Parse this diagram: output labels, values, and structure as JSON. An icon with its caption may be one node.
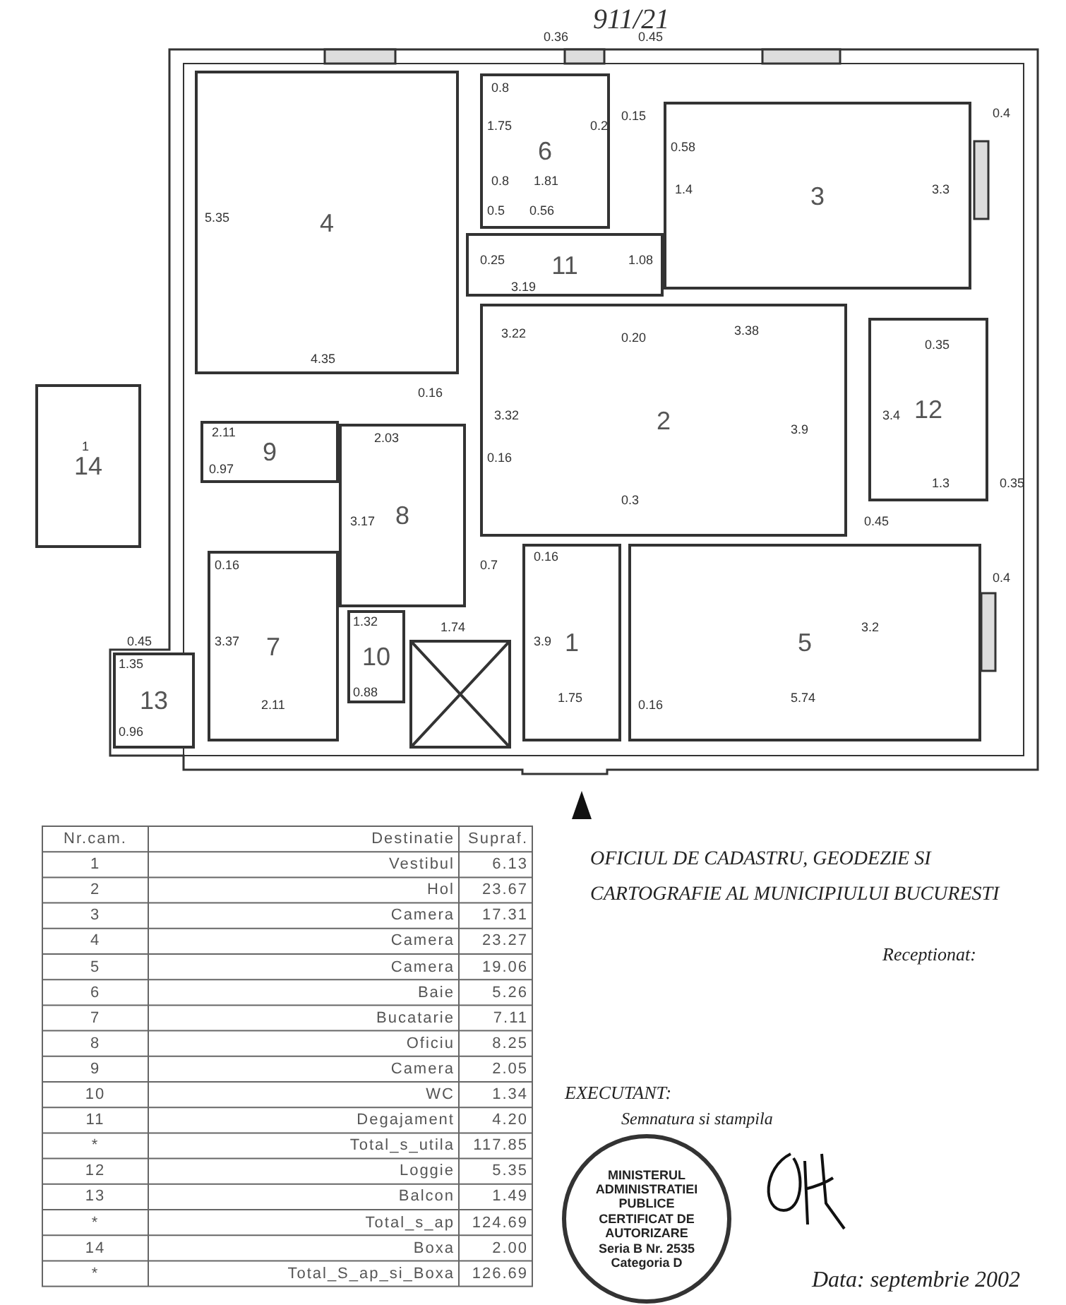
{
  "diagram": {
    "nodes": [
      {
        "text": [
          "6"
        ]
      },
      {
        "text": [
          "3"
        ]
      },
      {
        "text": [
          "4"
        ]
      },
      {
        "text": [
          "11"
        ]
      },
      {
        "text": [
          "2"
        ]
      },
      {
        "text": [
          "12"
        ]
      },
      {
        "text": [
          "14"
        ]
      },
      {
        "text": [
          "9"
        ]
      },
      {
        "text": [
          "8"
        ]
      },
      {
        "text": [
          "1"
        ]
      },
      {
        "text": [
          "5"
        ]
      },
      {
        "text": [
          "7"
        ]
      },
      {
        "text": [
          "10"
        ]
      },
      {
        "text": [
          "13"
        ]
      },
      {
        "text": [],
        "shape": "box"
      },
      {
        "text": [
          "MINISTERUL ADMINISTRATIEI PUBLICE",
          "CERTIFICAT DE AUTORIZARE",
          "Seria B Nr. 2535",
          "Categoria D"
        ]
      }
    ],
    "labels": [
      "911/21",
      "0.36",
      "0.45",
      "0.8",
      "1.75",
      "0.15",
      "0.4",
      "0.2",
      "0.58",
      "0.8",
      "1.81",
      "1.4",
      "3.3",
      "0.5",
      "0.56",
      "5.35",
      "4.35",
      "0.25",
      "3.19",
      "1.08",
      "0.16",
      "3.22",
      "0.20",
      "3.38",
      "0.35",
      "3.9",
      "3.4",
      "1",
      "2.11",
      "2.03",
      "0.97",
      "0.16",
      "3.32",
      "0.3",
      "0.35",
      "0.45",
      "1.3",
      "3.17",
      "0.7",
      "0.16",
      "0.16",
      "1.74",
      "0.45",
      "3.37",
      "3.9",
      "3.2",
      "0.4",
      "1.35",
      "0.96",
      "1.75",
      "0.16",
      "5.74",
      "2.11",
      "0.88",
      "1.32",
      "Nr.cam.",
      "Destinatie",
      "Supraf.",
      "1",
      "Vestibul",
      "6.13",
      "2",
      "Hol",
      "23.67",
      "3",
      "Camera",
      "17.31",
      "4",
      "Camera",
      "23.27",
      "5",
      "Camera",
      "19.06",
      "6",
      "Baie",
      "5.26",
      "7",
      "Bucatarie",
      "7.11",
      "8",
      "Oficiu",
      "8.25",
      "9",
      "Camera",
      "2.05",
      "10",
      "WC",
      "1.34",
      "11",
      "Degajament",
      "4.20",
      "*",
      "Total_s_utila",
      "117.85",
      "12",
      "Loggie",
      "5.35",
      "13",
      "Balcon",
      "1.49",
      "*",
      "Total_s_ap",
      "124.69",
      "14",
      "Boxa",
      "2.00",
      "*",
      "Total_S_ap_si_Boxa",
      "126.69",
      "OFICIUL DE CADASTRU, GEODEZIE SI CARTOGRAFIE AL MUNICIPIULUI BUCURESTI",
      "Receptionat:",
      "EXECUTANT:",
      "Semnatura si stampila",
      "Data: septembrie 2002"
    ]
  }
}
